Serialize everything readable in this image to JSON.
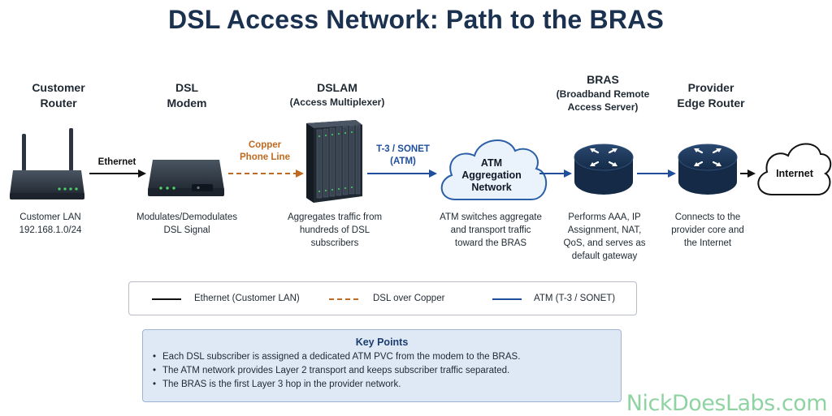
{
  "title": "DSL Access Network: Path to the BRAS",
  "nodes": {
    "router": {
      "name1": "Customer",
      "name2": "Router",
      "desc1": "Customer LAN",
      "desc2": "192.168.1.0/24"
    },
    "modem": {
      "name1": "DSL",
      "name2": "Modem",
      "desc1": "Modulates/Demodulates",
      "desc2": "DSL Signal"
    },
    "dslam": {
      "name": "DSLAM",
      "sub": "(Access Multiplexer)",
      "desc1": "Aggregates traffic from",
      "desc2": "hundreds of DSL",
      "desc3": "subscribers"
    },
    "atm": {
      "line1": "ATM",
      "line2": "Aggregation",
      "line3": "Network",
      "desc1": "ATM switches aggregate",
      "desc2": "and transport traffic",
      "desc3": "toward the BRAS"
    },
    "bras": {
      "name": "BRAS",
      "sub1": "(Broadband Remote",
      "sub2": "Access Server)",
      "desc1": "Performs AAA, IP",
      "desc2": "Assignment, NAT,",
      "desc3": "QoS, and serves as",
      "desc4": "default gateway"
    },
    "edge": {
      "name1": "Provider",
      "name2": "Edge Router",
      "desc1": "Connects to the",
      "desc2": "provider core and",
      "desc3": "the Internet"
    },
    "internet": {
      "label": "Internet"
    }
  },
  "links": {
    "ethernet": "Ethernet",
    "copper1": "Copper",
    "copper2": "Phone Line",
    "t3_1": "T-3 / SONET",
    "t3_2": "(ATM)"
  },
  "legend": {
    "ethernet": "Ethernet (Customer LAN)",
    "dsl": "DSL over Copper",
    "atm": "ATM (T-3 / SONET)"
  },
  "key_points": {
    "title": "Key Points",
    "bullet": "•",
    "items": [
      "Each DSL subscriber is assigned a dedicated ATM PVC from the modem to the BRAS.",
      "The ATM network provides Layer 2 transport and keeps subscriber traffic separated.",
      "The BRAS is the first Layer 3 hop in the provider network."
    ]
  },
  "brand": "NickDoesLabs.com",
  "colors": {
    "title": "#1b3150",
    "ethernet": "#111111",
    "dsl": "#c06a1f",
    "atm": "#1f4e9c",
    "device_dark": "#2b3440",
    "router_navy": "#1c3557",
    "cloud_fill": "#eaf2fb",
    "brand": "#8fd3a3"
  }
}
